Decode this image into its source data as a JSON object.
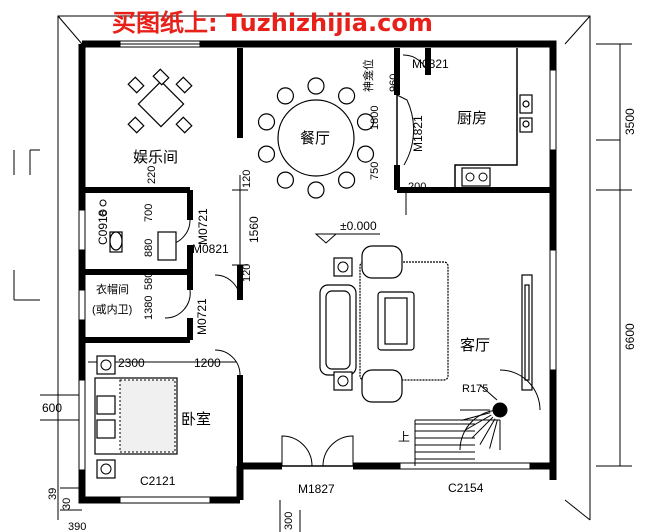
{
  "watermark": "买图纸上: Tuzhizhijia.com",
  "rooms": {
    "entertainment": "娱乐间",
    "dining": "餐厅",
    "kitchen": "厨房",
    "living": "客厅",
    "bedroom": "卧室",
    "cloak": "衣帽间",
    "cloak_sub": "(或内卫)",
    "shrine": "神龛位"
  },
  "labels": {
    "elevation": "±0.000",
    "stair_up": "上",
    "stair_radius": "R175",
    "d_m0821_top": "M0821",
    "d_m1821": "M1821",
    "d_m0721_a": "M0721",
    "d_m0821_mid": "M0821",
    "d_m0721_b": "M0721",
    "d_m1827": "M1827",
    "w_c0918": "C0918",
    "w_c2121": "C2121",
    "w_c2154": "C2154"
  },
  "dimensions": {
    "right_3500": "3500",
    "right_6600": "6600",
    "left_600": "600",
    "d_2300": "2300",
    "d_1200": "1200",
    "d_1560": "1560",
    "d_120_a": "120",
    "d_120_b": "120",
    "d_220": "220",
    "d_960": "960",
    "d_1800": "1800",
    "d_750": "750",
    "d_200": "200",
    "d_700": "700",
    "d_880": "880",
    "d_580": "580",
    "d_1380": "1380",
    "d_300": "300",
    "d_390": "390",
    "d_39": "39",
    "d_30": "30"
  }
}
